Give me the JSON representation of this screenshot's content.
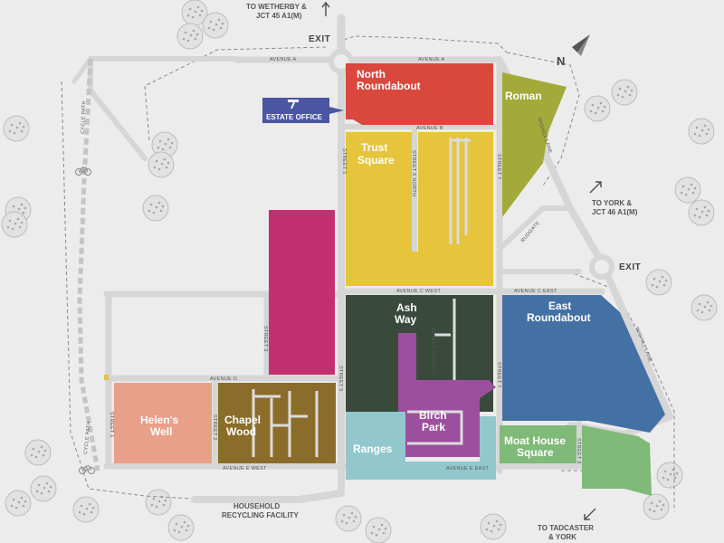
{
  "directions": {
    "wetherby_line1": "TO WETHERBY &",
    "wetherby_line2": "JCT 45 A1(M)",
    "york_line1": "TO YORK &",
    "york_line2": "JCT 46 A1(M)",
    "tadcaster_line1": "TO TADCASTER",
    "tadcaster_line2": "& YORK",
    "household_line1": "HOUSEHOLD",
    "household_line2": "RECYCLING FACILITY"
  },
  "exits": {
    "top": "EXIT",
    "right": "EXIT"
  },
  "north": "N",
  "estate_office": "ESTATE OFFICE",
  "zones": {
    "north_roundabout": {
      "line1": "North",
      "line2": "Roundabout",
      "color": "#d9473d"
    },
    "roman": {
      "label": "Roman",
      "color": "#a3aa3a"
    },
    "trust_square": {
      "line1": "Trust",
      "line2": "Square",
      "color": "#e6c43c"
    },
    "magenta_block": {
      "color": "#c3306f"
    },
    "ash_way": {
      "line1": "Ash",
      "line2": "Way",
      "color": "#394a3d"
    },
    "birch_park": {
      "line1": "Birch",
      "line2": "Park",
      "color": "#9c4f9e"
    },
    "east_roundabout": {
      "line1": "East",
      "line2": "Roundabout",
      "color": "#4471a4"
    },
    "helens_well": {
      "line1": "Helen's",
      "line2": "Well",
      "color": "#e9a088"
    },
    "chapel_wood": {
      "line1": "Chapel",
      "line2": "Wood",
      "color": "#8c6c2a"
    },
    "ranges": {
      "label": "Ranges",
      "color": "#92c8cd"
    },
    "moat_house": {
      "line1": "Moat House",
      "line2": "Square",
      "color": "#7fba78"
    }
  },
  "streets": {
    "avenue_a_left": "AVENUE A",
    "avenue_a_right": "AVENUE A",
    "avenue_b": "AVENUE B",
    "avenue_c_west": "AVENUE C WEST",
    "avenue_c_east": "AVENUE C EAST",
    "avenue_d": "AVENUE D",
    "avenue_e_west": "AVENUE E WEST",
    "avenue_e_east": "AVENUE E EAST",
    "street_1": "STREET 1",
    "street_2": "STREET 2",
    "street_3": "STREET 3",
    "street_5_top": "STREET 5",
    "street_5_bottom": "STREET 5",
    "street_6_north": "STREET 6 NORTH",
    "street_6_south": "STREET 6 SOUTH",
    "street_7_top": "STREET 7",
    "street_7_bottom": "STREET 7",
    "street_8": "STREET 8",
    "wighill_lane_top": "WIGHILL LANE",
    "wighill_lane_right": "WIGHILL LANE",
    "rudgate": "RUDGATE",
    "cycle_path_top": "CYCLE PATH",
    "cycle_path_bottom": "CYCLE PATH"
  },
  "icons": [
    "bicycle-icon",
    "bicycle-icon",
    "north-arrow-icon",
    "arrow-up-icon",
    "arrow-northeast-icon",
    "arrow-southwest-icon",
    "tree-icon"
  ]
}
